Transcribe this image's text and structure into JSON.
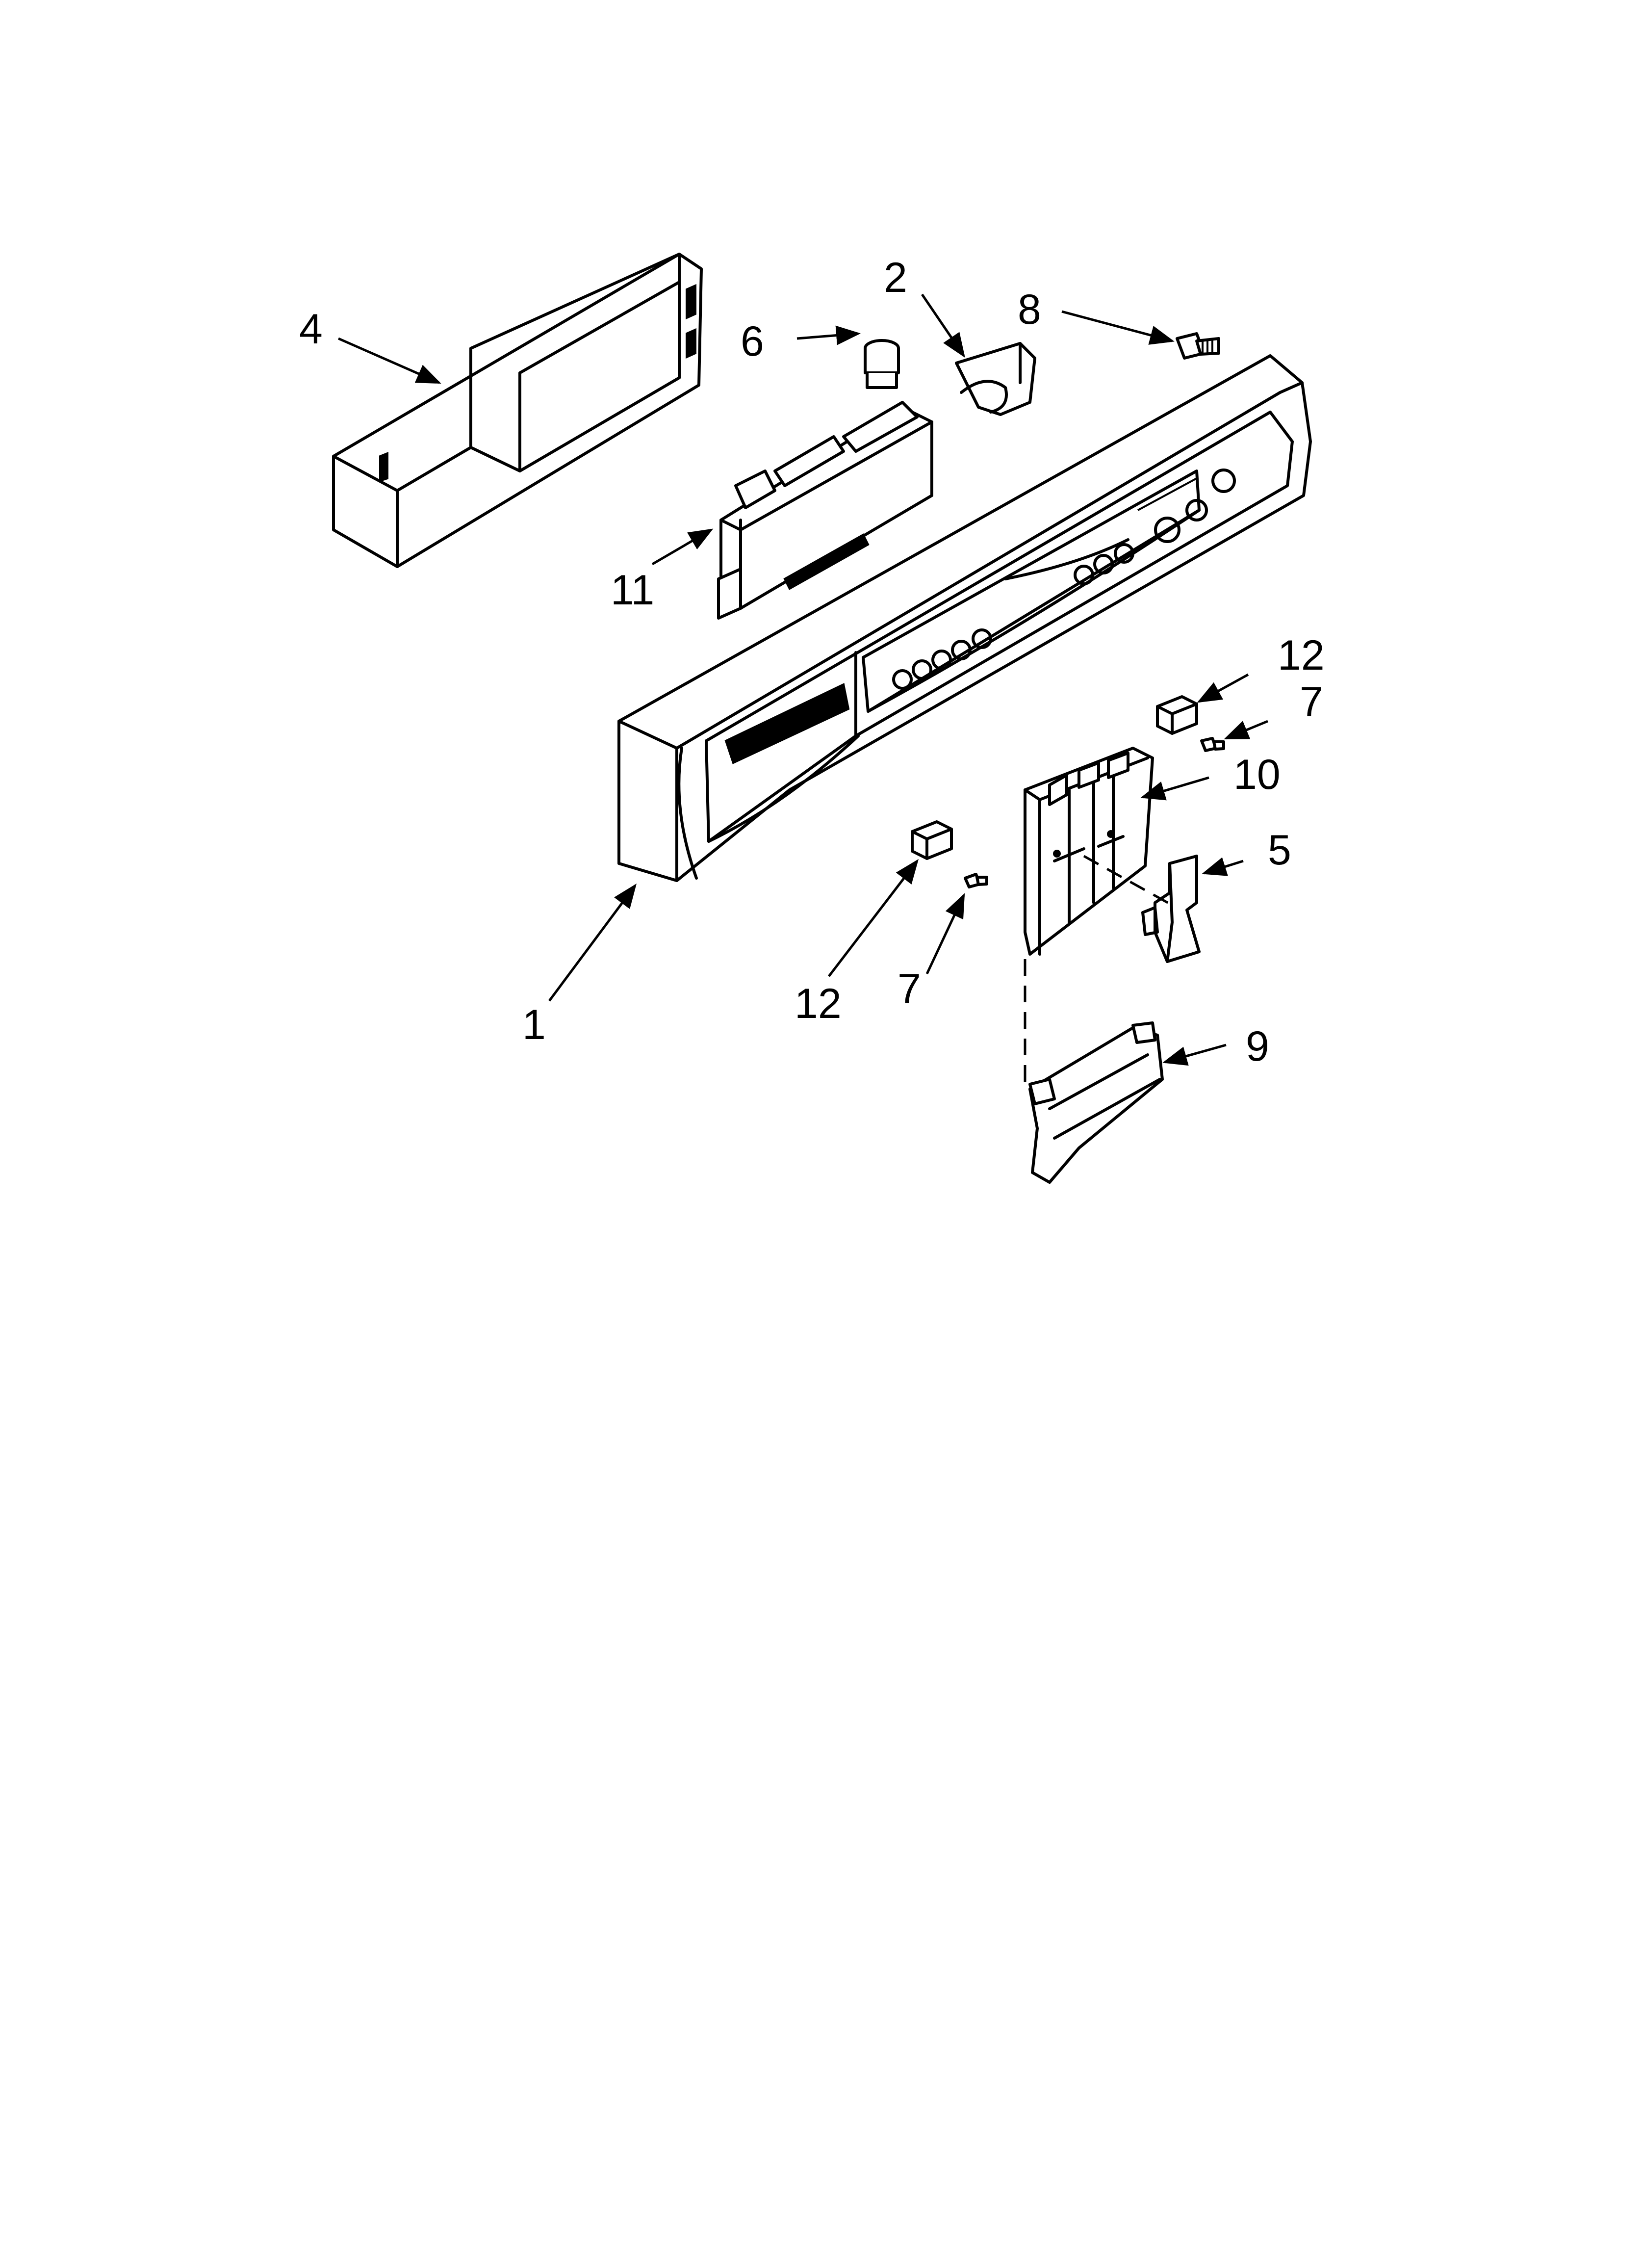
{
  "callouts": [
    {
      "id": "1",
      "label": "1"
    },
    {
      "id": "2",
      "label": "2"
    },
    {
      "id": "4",
      "label": "4"
    },
    {
      "id": "5",
      "label": "5"
    },
    {
      "id": "6",
      "label": "6"
    },
    {
      "id": "7a",
      "label": "7"
    },
    {
      "id": "7b",
      "label": "7"
    },
    {
      "id": "8",
      "label": "8"
    },
    {
      "id": "9",
      "label": "9"
    },
    {
      "id": "10",
      "label": "10"
    },
    {
      "id": "11",
      "label": "11"
    },
    {
      "id": "12a",
      "label": "12"
    },
    {
      "id": "12b",
      "label": "12"
    }
  ]
}
